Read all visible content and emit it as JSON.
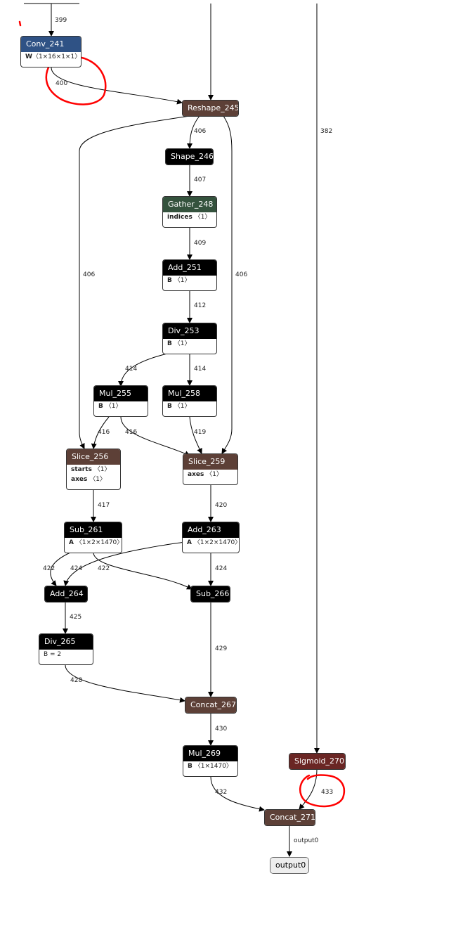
{
  "colors": {
    "conv": "#2f5285",
    "shape": "#5d4037",
    "gather": "#34523d",
    "black": "#000000",
    "sigmoid": "#6a2624",
    "output": "#eeeeee",
    "annotation": "#ff0000"
  },
  "nodes": {
    "conv_241": {
      "title": "Conv_241",
      "attrs": [
        {
          "k": "W",
          "v": "〈1×16×1×1〉"
        }
      ]
    },
    "reshape_245": {
      "title": "Reshape_245"
    },
    "shape_246": {
      "title": "Shape_246"
    },
    "gather_248": {
      "title": "Gather_248",
      "attrs": [
        {
          "k": "indices",
          "v": "〈1〉"
        }
      ]
    },
    "add_251": {
      "title": "Add_251",
      "attrs": [
        {
          "k": "B",
          "v": "〈1〉"
        }
      ]
    },
    "div_253": {
      "title": "Div_253",
      "attrs": [
        {
          "k": "B",
          "v": "〈1〉"
        }
      ]
    },
    "mul_255": {
      "title": "Mul_255",
      "attrs": [
        {
          "k": "B",
          "v": "〈1〉"
        }
      ]
    },
    "mul_258": {
      "title": "Mul_258",
      "attrs": [
        {
          "k": "B",
          "v": "〈1〉"
        }
      ]
    },
    "slice_256": {
      "title": "Slice_256",
      "attrs": [
        {
          "k": "starts",
          "v": "〈1〉"
        },
        {
          "k": "axes",
          "v": "〈1〉"
        }
      ]
    },
    "slice_259": {
      "title": "Slice_259",
      "attrs": [
        {
          "k": "axes",
          "v": "〈1〉"
        }
      ]
    },
    "sub_261": {
      "title": "Sub_261",
      "attrs": [
        {
          "k": "A",
          "v": "〈1×2×1470〉"
        }
      ]
    },
    "add_263": {
      "title": "Add_263",
      "attrs": [
        {
          "k": "A",
          "v": "〈1×2×1470〉"
        }
      ]
    },
    "add_264": {
      "title": "Add_264"
    },
    "sub_266": {
      "title": "Sub_266"
    },
    "div_265": {
      "title": "Div_265",
      "attrs": [
        {
          "k": "B = 2",
          "v": ""
        }
      ]
    },
    "concat_267": {
      "title": "Concat_267"
    },
    "mul_269": {
      "title": "Mul_269",
      "attrs": [
        {
          "k": "B",
          "v": "〈1×1470〉"
        }
      ]
    },
    "sigmoid_270": {
      "title": "Sigmoid_270"
    },
    "concat_271": {
      "title": "Concat_271"
    },
    "output0": {
      "title": "output0"
    }
  },
  "edge_labels": {
    "e399": "399",
    "e400": "400",
    "e382": "382",
    "e406a": "406",
    "e406b": "406",
    "e406c": "406",
    "e407": "407",
    "e409": "409",
    "e412": "412",
    "e414a": "414",
    "e414b": "414",
    "e416a": "416",
    "e416b": "416",
    "e419": "419",
    "e417": "417",
    "e420": "420",
    "e422a": "422",
    "e424a": "424",
    "e422b": "422",
    "e424b": "424",
    "e425": "425",
    "e429": "429",
    "e428": "428",
    "e430": "430",
    "e432": "432",
    "e433": "433",
    "eout": "output0"
  }
}
